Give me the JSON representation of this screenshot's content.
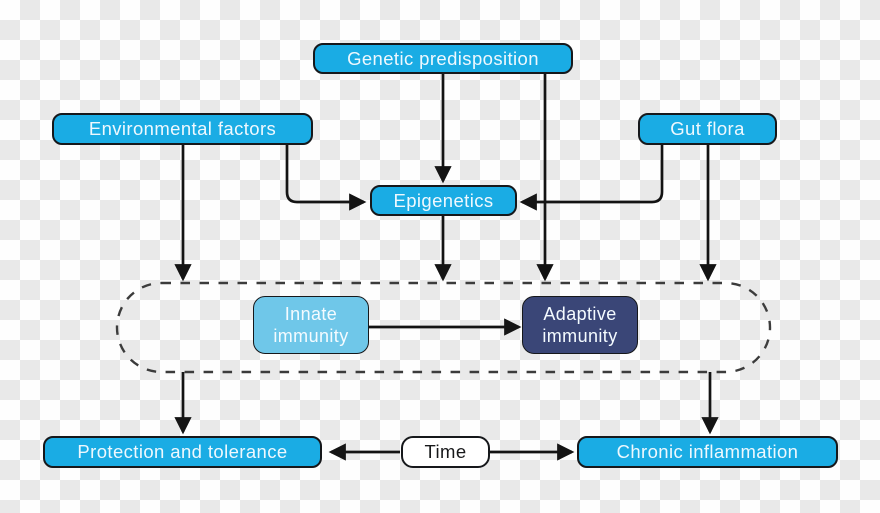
{
  "diagram": {
    "title": "Immune response flowchart: factors leading to protection and tolerance or chronic inflammation",
    "background_style": "transparent-checkerboard",
    "colors": {
      "node_primary_fill": "#1aace4",
      "node_innate_fill": "#6fc7e9",
      "node_adaptive_fill": "#3a4677",
      "node_time_fill": "#ffffff",
      "node_text_light": "#eef8fe",
      "node_text_dark": "#17181a",
      "edge_stroke": "#141414",
      "group_dash_stroke": "#3c3c3c",
      "checker_gray": "#e9e9e9",
      "checker_white": "#fefefe"
    },
    "nodes": {
      "genetic_predisposition": {
        "label": "Genetic predisposition",
        "fill": "#1aace4",
        "text_color": "#eef8fe"
      },
      "environmental_factors": {
        "label": "Environmental factors",
        "fill": "#1aace4",
        "text_color": "#eef8fe"
      },
      "gut_flora": {
        "label": "Gut flora",
        "fill": "#1aace4",
        "text_color": "#eef8fe"
      },
      "epigenetics": {
        "label": "Epigenetics",
        "fill": "#1aace4",
        "text_color": "#eef8fe"
      },
      "innate_immunity": {
        "label": "Innate immunity",
        "fill": "#6fc7e9",
        "text_color": "#f4fbff"
      },
      "adaptive_immunity": {
        "label": "Adaptive immunity",
        "fill": "#3a4677",
        "text_color": "#f4fbff"
      },
      "protection_and_tolerance": {
        "label": "Protection and tolerance",
        "fill": "#1aace4",
        "text_color": "#eef8fe"
      },
      "time": {
        "label": "Time",
        "fill": "#ffffff",
        "text_color": "#17181a"
      },
      "chronic_inflammation": {
        "label": "Chronic inflammation",
        "fill": "#1aace4",
        "text_color": "#eef8fe"
      }
    },
    "group": {
      "name": "immune-response-group",
      "style": "dashed stadium outline",
      "contains": [
        "innate_immunity",
        "adaptive_immunity"
      ]
    },
    "edges": [
      {
        "from": "genetic_predisposition",
        "to": "epigenetics"
      },
      {
        "from": "genetic_predisposition",
        "to": "immune-response-group"
      },
      {
        "from": "environmental_factors",
        "to": "epigenetics"
      },
      {
        "from": "environmental_factors",
        "to": "immune-response-group"
      },
      {
        "from": "gut_flora",
        "to": "epigenetics"
      },
      {
        "from": "gut_flora",
        "to": "immune-response-group"
      },
      {
        "from": "epigenetics",
        "to": "immune-response-group"
      },
      {
        "from": "innate_immunity",
        "to": "adaptive_immunity"
      },
      {
        "from": "immune-response-group",
        "to": "protection_and_tolerance"
      },
      {
        "from": "immune-response-group",
        "to": "chronic_inflammation"
      },
      {
        "from": "time",
        "to": "protection_and_tolerance"
      },
      {
        "from": "time",
        "to": "chronic_inflammation"
      }
    ]
  }
}
